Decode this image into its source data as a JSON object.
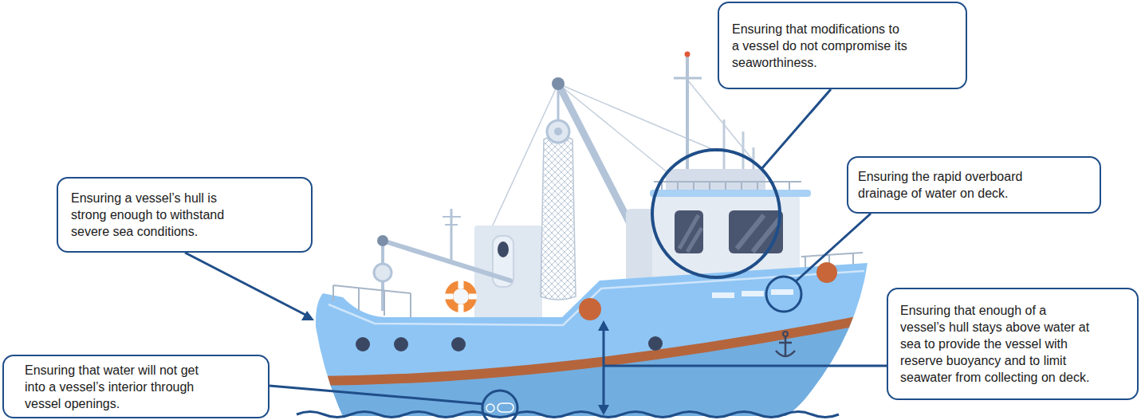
{
  "diagram": {
    "nodes": [
      {
        "text": [
          "Ensuring that modifications to a vessel do not compromise its seaworthiness."
        ]
      },
      {
        "text": [
          "Ensuring the rapid overboard drainage of water on deck."
        ]
      },
      {
        "text": [
          "Ensuring a vessel’s hull is strong enough to withstand severe sea conditions."
        ]
      },
      {
        "text": [
          "Ensuring that enough of a vessel’s hull stays above water at sea to provide the vessel with reserve buoyancy and to limit seawater from collecting on deck."
        ]
      },
      {
        "text": [
          "Ensuring that water will not get into a vessel’s interior through vessel openings."
        ]
      }
    ]
  }
}
